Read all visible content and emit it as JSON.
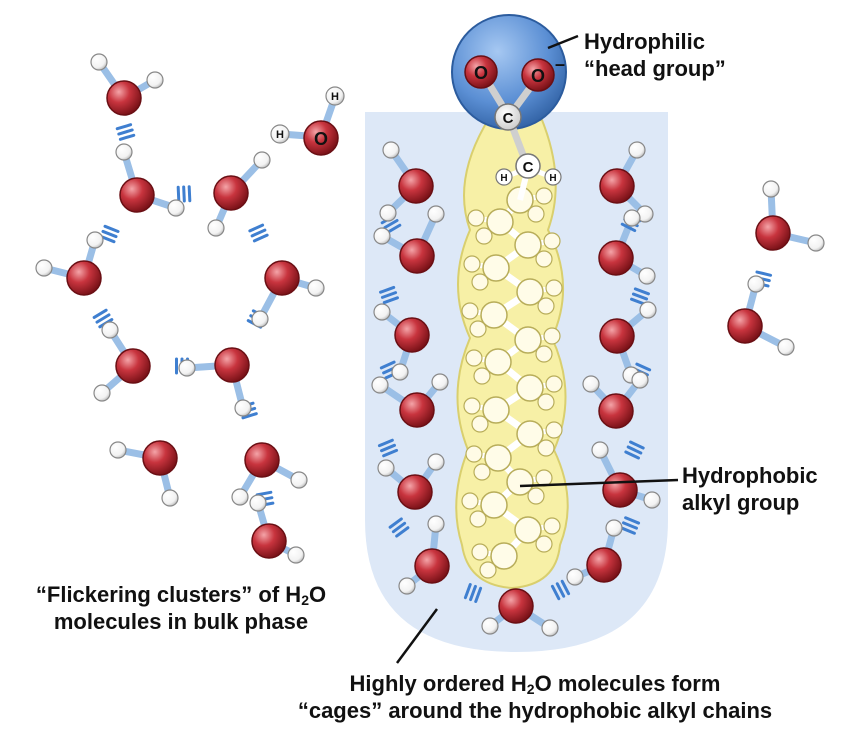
{
  "labels": {
    "head_group": [
      "Hydrophilic",
      "“head group”"
    ],
    "hydrophobic": [
      "Hydrophobic",
      "alkyl group"
    ],
    "flickering": {
      "line1_pre": "“Flickering clusters” of H",
      "line1_sub": "2",
      "line1_post": "O",
      "line2": "molecules in bulk phase"
    },
    "cages": {
      "line1_pre": "Highly ordered H",
      "line1_sub": "2",
      "line1_post": "O molecules form",
      "line2": "“cages” around the hydrophobic alkyl chains"
    }
  },
  "atoms": {
    "oxygen": "O",
    "hydrogen": "H",
    "carbon": "C",
    "charge": "–"
  },
  "colors": {
    "cage_region": "#dde8f7",
    "alkyl_region": "#f7f0a6",
    "head_sphere": "#5b8fd4",
    "oxygen": "#c0323c",
    "hydrogen": "#ffffff",
    "hbond": "#3f7fd0",
    "bond": "#9bbfe6",
    "carbon_skeleton": "#fffbe0"
  }
}
